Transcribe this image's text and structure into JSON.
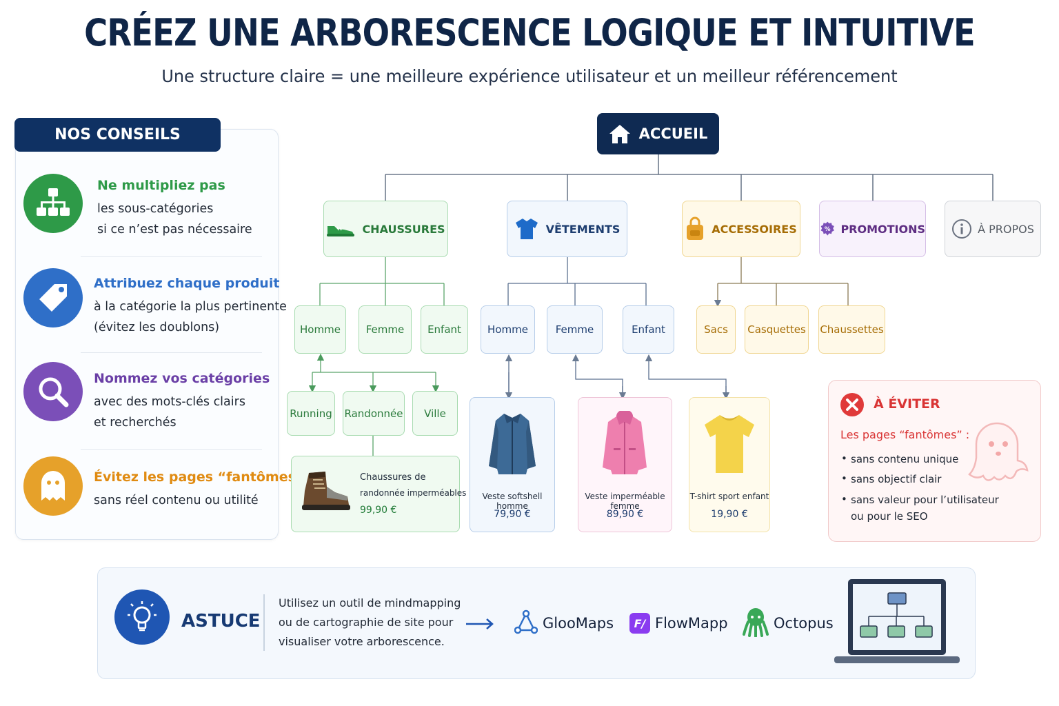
{
  "header": {
    "title": "CRÉEZ UNE ARBORESCENCE LOGIQUE ET INTUITIVE",
    "subtitle": "Une structure claire = une meilleure expérience utilisateur et un meilleur référencement"
  },
  "tips": {
    "header": "NOS CONSEILS",
    "items": [
      {
        "title": "Ne multipliez pas",
        "line1": "les sous-catégories",
        "line2": "si ce n’est pas nécessaire",
        "color": "#2e9a48",
        "icon": "sitemap-icon"
      },
      {
        "title": "Attribuez chaque produit",
        "line1": "à la catégorie la plus pertinente",
        "line2": "(évitez les doublons)",
        "color": "#2f6fc8",
        "icon": "tag-icon"
      },
      {
        "title": "Nommez vos catégories",
        "line1": "avec des mots-clés clairs",
        "line2": "et recherchés",
        "color": "#7b4fb8",
        "icon": "search-icon"
      },
      {
        "title": "Évitez les pages “fantômes”",
        "line1": "sans réel contenu ou utilité",
        "line2": "",
        "color": "#e6a12a",
        "icon": "ghost-icon"
      }
    ]
  },
  "tree": {
    "root": "ACCUEIL",
    "categories": [
      {
        "label": "CHAUSSURES",
        "icon": "shoe-icon"
      },
      {
        "label": "VÊTEMENTS",
        "icon": "tshirt-icon"
      },
      {
        "label": "ACCESSOIRES",
        "icon": "bag-icon"
      },
      {
        "label": "PROMOTIONS",
        "icon": "percent-badge-icon"
      },
      {
        "label": "À PROPOS",
        "icon": "info-icon"
      }
    ],
    "shoes_sub": [
      "Homme",
      "Femme",
      "Enfant"
    ],
    "shoes_sub2": [
      "Running",
      "Randonnée",
      "Ville"
    ],
    "clothes_sub": [
      "Homme",
      "Femme",
      "Enfant"
    ],
    "acc_sub": [
      "Sacs",
      "Casquettes",
      "Chaussettes"
    ],
    "products": [
      {
        "name_l1": "Chaussures de",
        "name_l2": "randonnée imperméables",
        "price": "99,90 €"
      },
      {
        "name": "Veste softshell homme",
        "price": "79,90 €"
      },
      {
        "name": "Veste imperméable femme",
        "price": "89,90 €"
      },
      {
        "name": "T-shirt sport enfant",
        "price": "19,90 €"
      }
    ]
  },
  "avoid": {
    "title": "À ÉVITER",
    "subtitle": "Les pages “fantômes” :",
    "items": [
      "sans contenu unique",
      "sans objectif clair",
      "sans valeur pour l’utilisateur"
    ],
    "item3_l2": "ou pour le SEO"
  },
  "astuce": {
    "label": "ASTUCE",
    "line1": "Utilisez un outil de mindmapping",
    "line2": "ou de cartographie de site pour",
    "line3": "visualiser votre arborescence.",
    "tools": [
      "GlooMaps",
      "FlowMapp",
      "Octopus"
    ]
  },
  "colors": {
    "navy": "#0f2a52",
    "green": "#2e9a48",
    "blue": "#2f6fc8",
    "purple": "#7b4fb8",
    "orange": "#e6a12a",
    "red": "#e03a3a"
  }
}
